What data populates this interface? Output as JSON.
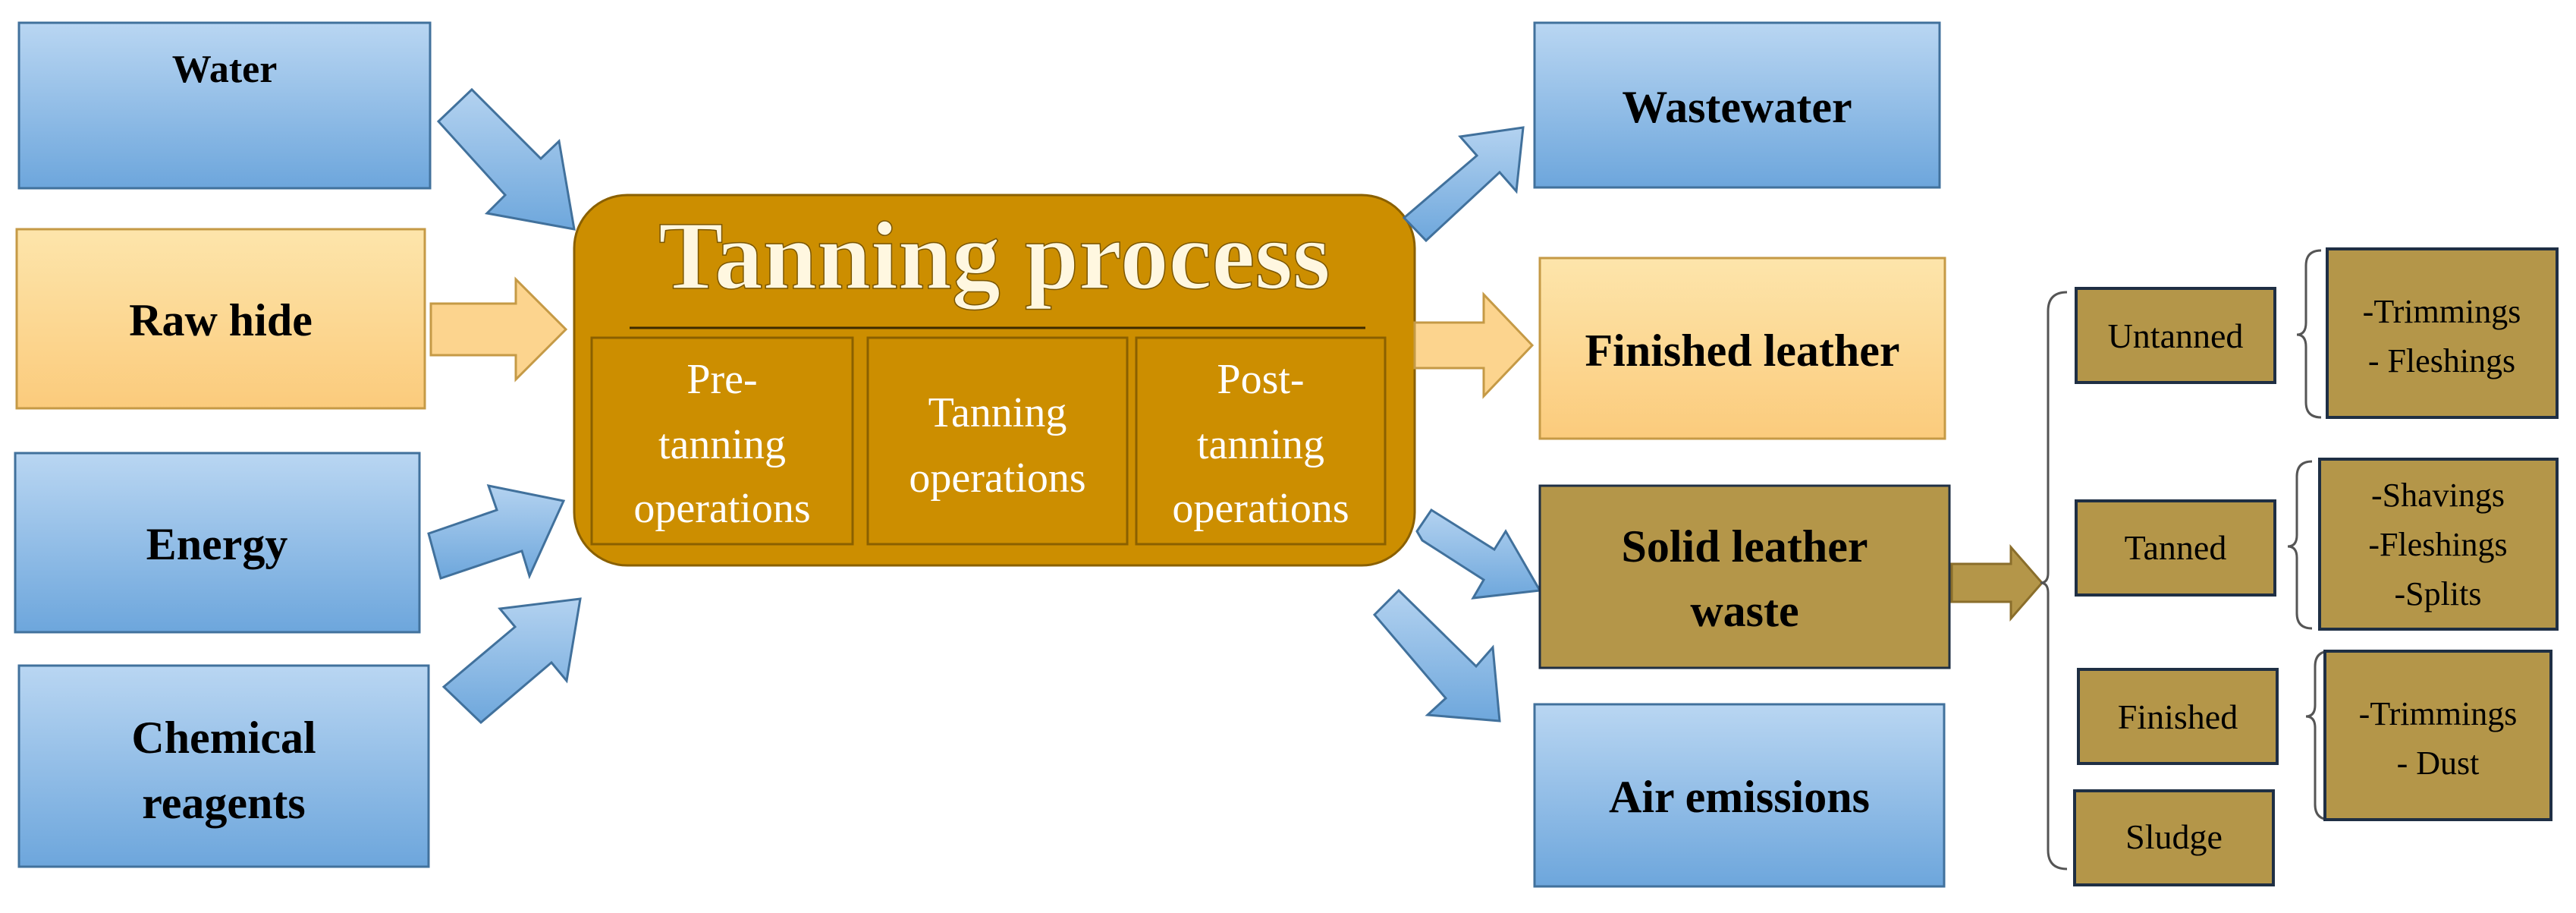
{
  "colors": {
    "blue_top": "#b7d4f1",
    "blue_bottom": "#6fa7dd",
    "blue_border": "#41719c",
    "peach_top": "#fde3a6",
    "peach_bottom": "#fbcd80",
    "peach_border": "#c59a46",
    "gold_fill": "#cc8e00",
    "gold_border": "#8a6000",
    "olive_fill": "#b49649",
    "olive_border": "#1f2f44"
  },
  "inputs": {
    "water": "Water",
    "raw_hide": "Raw hide",
    "energy": "Energy",
    "chemical_line1": "Chemical",
    "chemical_line2": "reagents"
  },
  "process": {
    "title": "Tanning process",
    "pre_line1": "Pre-",
    "pre_line2": "tanning",
    "pre_line3": "operations",
    "tan_line1": "Tanning",
    "tan_line2": "operations",
    "post_line1": "Post-",
    "post_line2": "tanning",
    "post_line3": "operations"
  },
  "outputs": {
    "wastewater": "Wastewater",
    "finished_leather": "Finished leather",
    "solid_line1": "Solid leather",
    "solid_line2": "waste",
    "air_emissions": "Air emissions"
  },
  "waste_types": {
    "untanned": "Untanned",
    "tanned": "Tanned",
    "finished": "Finished",
    "sludge": "Sludge"
  },
  "waste_details": {
    "untanned_1": "-Trimmings",
    "untanned_2": "- Fleshings",
    "tanned_1": "-Shavings",
    "tanned_2": "-Fleshings",
    "tanned_3": "-Splits",
    "finished_1": "-Trimmings",
    "finished_2": "- Dust"
  }
}
